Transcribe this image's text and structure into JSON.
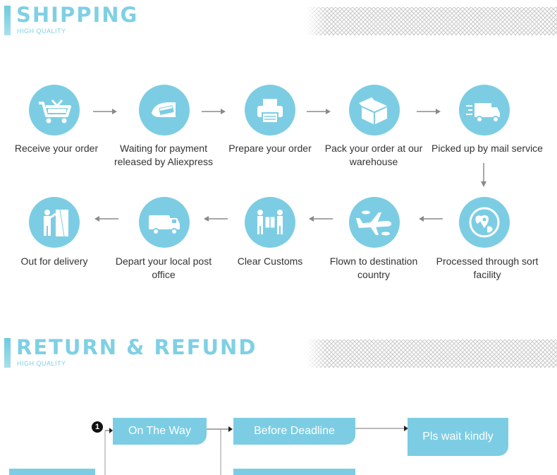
{
  "shipping_section": {
    "title": "SHIPPING",
    "subtitle": "HIGH QUALITY"
  },
  "shipping_steps": [
    {
      "label": "Receive your order",
      "icon": "shopping-cart-icon"
    },
    {
      "label": "Waiting for payment released by Aliexpress",
      "icon": "credit-card-icon"
    },
    {
      "label": "Prepare your order",
      "icon": "printer-icon"
    },
    {
      "label": "Pack your order at our warehouse",
      "icon": "package-box-icon"
    },
    {
      "label": "Picked up by mail service",
      "icon": "delivery-truck-icon"
    },
    {
      "label": "Processed through sort facility",
      "icon": "globe-location-icon"
    },
    {
      "label": "Flown to destination country",
      "icon": "airplane-icon"
    },
    {
      "label": "Clear Customs",
      "icon": "customs-officers-icon"
    },
    {
      "label": "Depart your local post office",
      "icon": "van-icon"
    },
    {
      "label": "Out for delivery",
      "icon": "courier-door-icon"
    }
  ],
  "refund_section": {
    "title": "RETURN & REFUND",
    "subtitle": "HIGH QUALITY"
  },
  "refund_flow": {
    "step_number": "1",
    "box1": "On The Way",
    "box2": "Before Deadline",
    "box3": "Pls wait kindly"
  },
  "colors": {
    "accent": "#7ccde3",
    "title": "#7fd0e4",
    "arrow": "#8a8a8a",
    "text": "#333333"
  }
}
